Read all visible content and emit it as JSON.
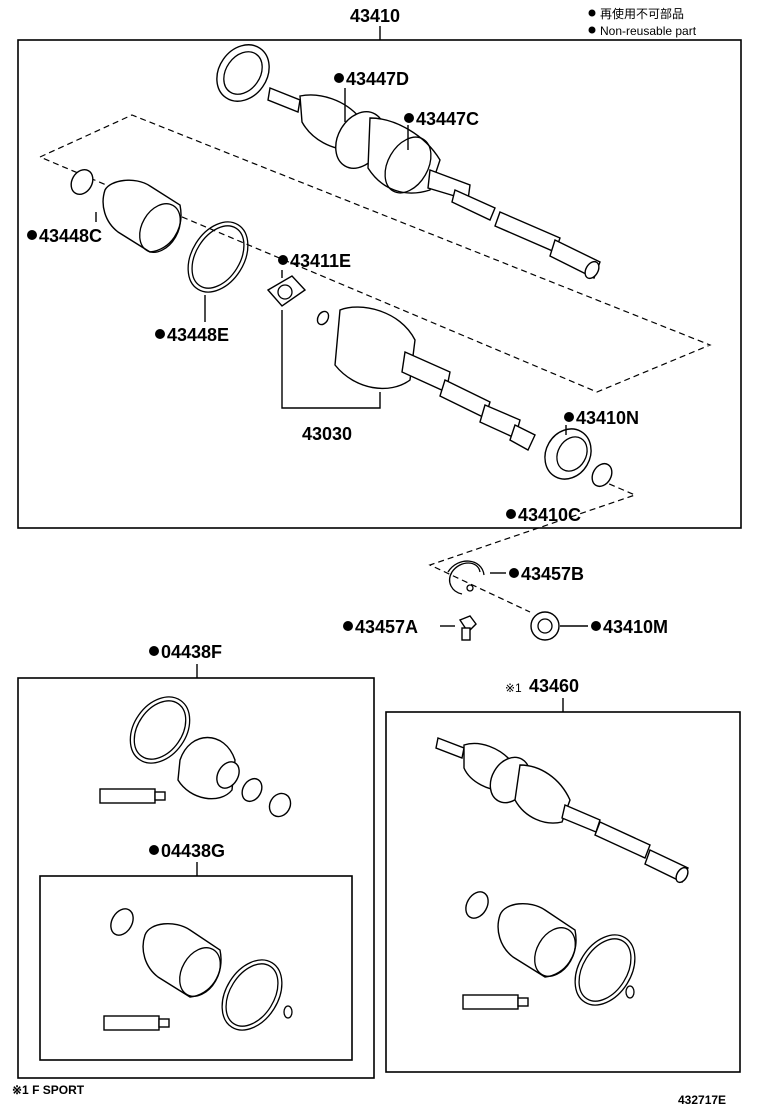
{
  "legend": {
    "line1": "再使用不可部品",
    "line2": "Non-reusable part"
  },
  "labels": {
    "assembly": "43410",
    "p43447D": "43447D",
    "p43447C": "43447C",
    "p43448C": "43448C",
    "p43411E": "43411E",
    "p43448E": "43448E",
    "p43030": "43030",
    "p43410N": "43410N",
    "p43410C": "43410C",
    "p43457B": "43457B",
    "p43457A": "43457A",
    "p43410M": "43410M",
    "p04438F": "04438F",
    "p04438G": "04438G",
    "p43460": "43460",
    "p43460_note": "※1"
  },
  "footer": {
    "note": "※1 F SPORT",
    "drawing_no": "432717E"
  }
}
